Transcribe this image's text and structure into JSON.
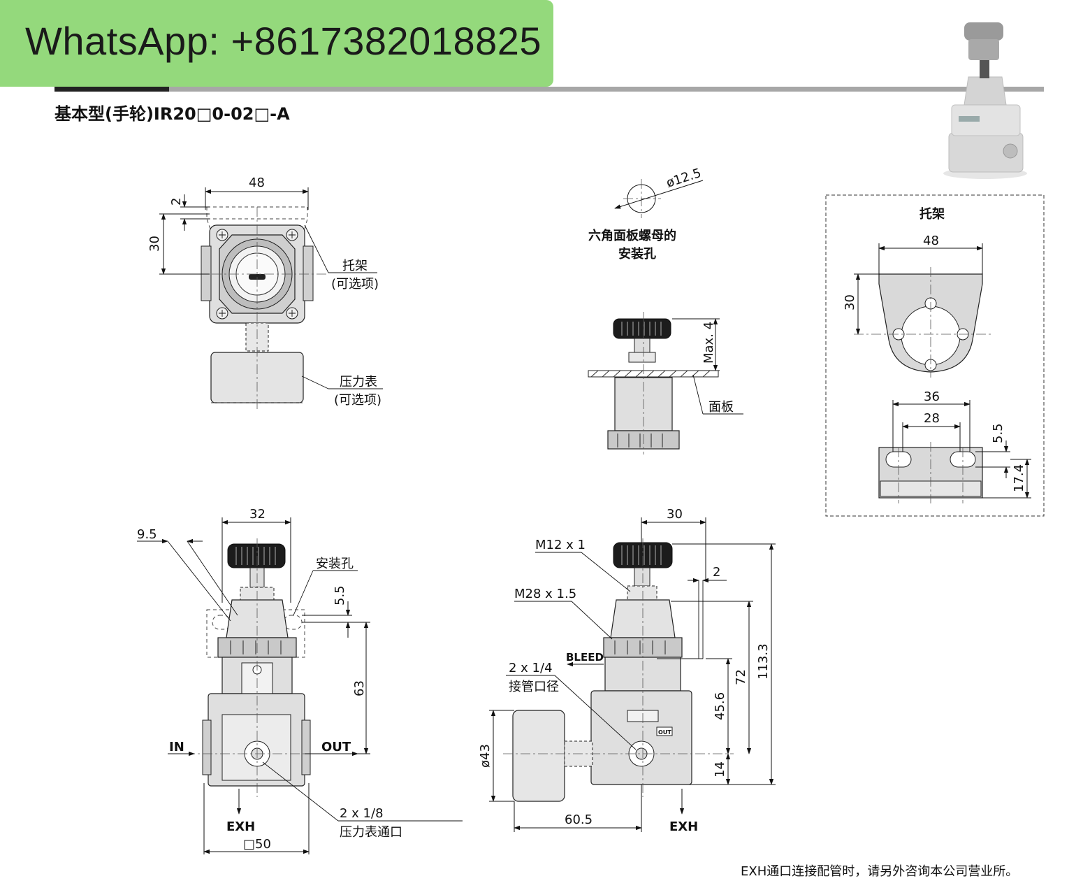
{
  "banner": {
    "text": "WhatsApp: +8617382018825"
  },
  "title": "基本型(手轮)IR20□0-02□-A",
  "footnote": "EXH通口连接配管时，请另外咨询本公司营业所。",
  "top_view": {
    "dims": {
      "width": "48",
      "height": "30",
      "offset": "2"
    },
    "callouts": {
      "bracket": "托架",
      "bracket_opt": "(可选项)",
      "gauge": "压力表",
      "gauge_opt": "(可选项)"
    }
  },
  "panel_view": {
    "hole_dia": "ø12.5",
    "hole_label_1": "六角面板螺母的",
    "hole_label_2": "安装孔",
    "max": "Max. 4",
    "panel": "面板"
  },
  "bracket_box": {
    "title": "托架",
    "dims": {
      "w48": "48",
      "h30": "30",
      "w36": "36",
      "w28": "28",
      "d55": "5.5",
      "d174": "17.4"
    }
  },
  "front_view": {
    "dims": {
      "w32": "32",
      "d95": "9.5",
      "d55": "5.5",
      "h63": "63",
      "base": "□50"
    },
    "labels": {
      "mount_hole": "安装孔",
      "in": "IN",
      "out": "OUT",
      "exh": "EXH",
      "port": "2 x 1/8",
      "port_name": "压力表通口"
    }
  },
  "side_view": {
    "dims": {
      "w30": "30",
      "d2": "2",
      "h1133": "113.3",
      "h72": "72",
      "h456": "45.6",
      "h14": "14",
      "d43": "ø43",
      "w605": "60.5"
    },
    "labels": {
      "m12": "M12 x 1",
      "m28": "M28 x 1.5",
      "bleed": "BLEED",
      "pipe": "2 x 1/4",
      "pipe_name": "接管口径",
      "exh": "EXH",
      "out_tag": "OUT"
    }
  }
}
